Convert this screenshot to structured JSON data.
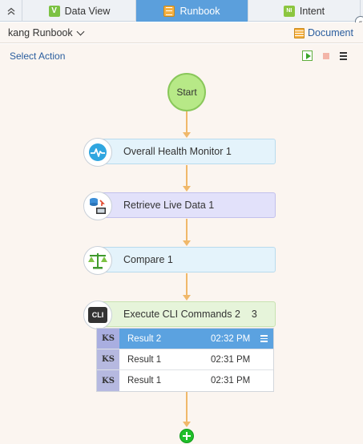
{
  "tabs": [
    {
      "label": "Data View",
      "icon": "v-icon",
      "icon_glyph": "V"
    },
    {
      "label": "Runbook",
      "icon": "runbook-icon"
    },
    {
      "label": "Intent",
      "icon": "ni-icon",
      "icon_glyph": "NI"
    }
  ],
  "active_tab": "Runbook",
  "header": {
    "runbook_name": "kang Runbook",
    "document_label": "Document"
  },
  "toolbar": {
    "select_action_label": "Select Action"
  },
  "flow": {
    "start_label": "Start",
    "steps": [
      {
        "label": "Overall Health Monitor 1",
        "icon": "health-monitor-icon"
      },
      {
        "label": "Retrieve Live Data 1",
        "icon": "retrieve-data-icon"
      },
      {
        "label": "Compare 1",
        "icon": "compare-scale-icon"
      },
      {
        "label": "Execute CLI Commands 2",
        "count": "3",
        "icon": "cli-icon",
        "icon_glyph": "CLI"
      }
    ],
    "results": [
      {
        "badge": "KS",
        "name": "Result 2",
        "time": "02:32 PM",
        "selected": true
      },
      {
        "badge": "KS",
        "name": "Result 1",
        "time": "02:31 PM",
        "selected": false
      },
      {
        "badge": "KS",
        "name": "Result 1",
        "time": "02:31 PM",
        "selected": false
      }
    ]
  },
  "colors": {
    "active_tab": "#5b9fdc",
    "start_node": "#b7e987",
    "connector": "#f0b86a",
    "add_button": "#1fbf2a"
  }
}
